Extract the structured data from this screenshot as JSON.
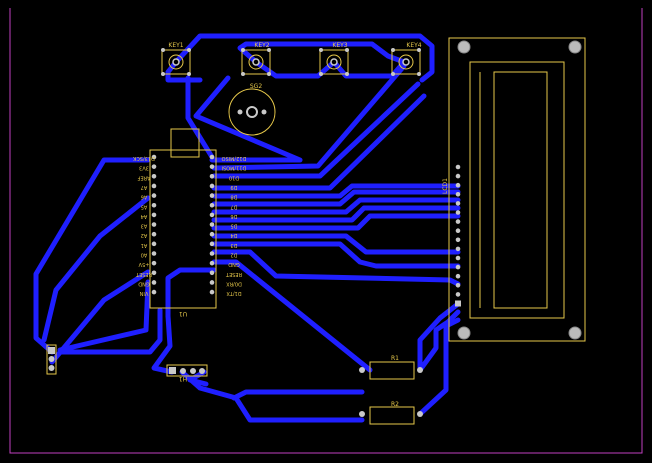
{
  "board": {
    "colors": {
      "background": "#000000",
      "trace": "#1f1fff",
      "silkscreen": "#e6c84a",
      "outline": "#c040c0",
      "pad": "#c9c9c9"
    }
  },
  "components": {
    "keys": [
      "KEY1",
      "KEY2",
      "KEY3",
      "KEY4"
    ],
    "buzzer": "SG2",
    "mcu": "U1",
    "lcd": "LCD1",
    "header": "H1",
    "resistors": [
      "R1",
      "R2"
    ]
  },
  "mcu_pins": {
    "left": [
      "D13/SCK",
      "3V3",
      "AREF",
      "A7",
      "A6",
      "A5",
      "A4",
      "A3",
      "A2",
      "A1",
      "A0",
      "+5V",
      "RESET",
      "GND",
      "VIN"
    ],
    "right": [
      "D12/MISO",
      "D11/MOSI",
      "D10",
      "D9",
      "D8",
      "D7",
      "D6",
      "D5",
      "D4",
      "D3",
      "D2",
      "GND",
      "RESET",
      "D0/RX",
      "D1/TX"
    ]
  }
}
